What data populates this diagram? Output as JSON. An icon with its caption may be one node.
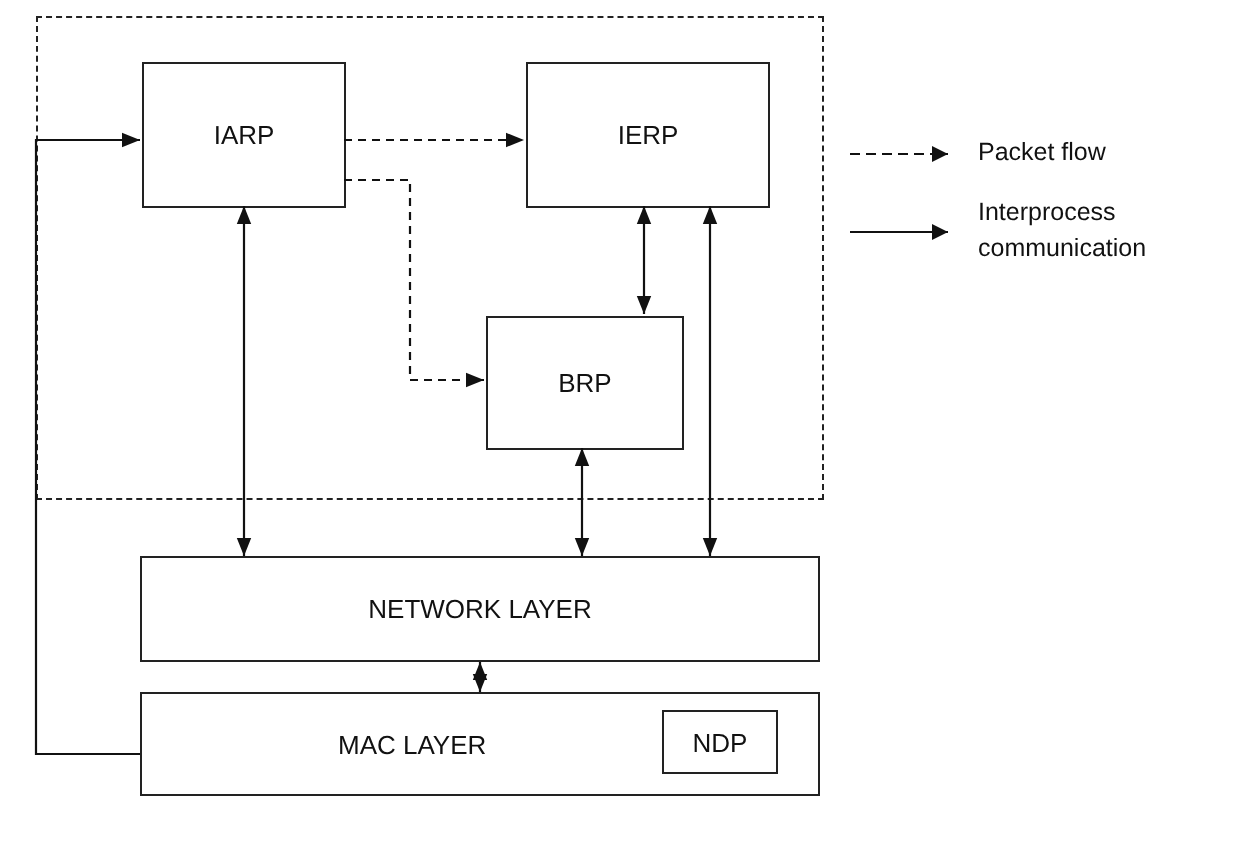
{
  "diagram": {
    "nodes": [
      {
        "text": [],
        "shape": "box"
      },
      {
        "text": [
          "IARP"
        ],
        "in": 0
      },
      {
        "text": [
          "IERP"
        ],
        "in": 0
      },
      {
        "text": [
          "BRP"
        ],
        "in": 0
      },
      {
        "text": [
          "NETWORK LAYER"
        ]
      },
      {
        "text": [
          "MAC LAYER"
        ]
      },
      {
        "text": [
          "NDP"
        ],
        "in": 5
      }
    ],
    "edges": [
      {
        "from": 5,
        "to": 1,
        "arrow": "to"
      },
      {
        "from": 1,
        "to": 2,
        "arrow": "to",
        "style": "dashed"
      },
      {
        "from": 1,
        "to": 3,
        "arrow": "to",
        "style": "dashed"
      },
      {
        "from": 2,
        "to": 3,
        "arrow": "both"
      },
      {
        "from": 1,
        "to": 4,
        "arrow": "both"
      },
      {
        "from": 3,
        "to": 4,
        "arrow": "both"
      },
      {
        "from": 2,
        "to": 4,
        "arrow": "both"
      },
      {
        "from": 4,
        "to": 5,
        "arrow": "both"
      }
    ],
    "legend": [
      {
        "text": "Packet flow"
      },
      {
        "text": "Interprocess communication"
      }
    ]
  }
}
